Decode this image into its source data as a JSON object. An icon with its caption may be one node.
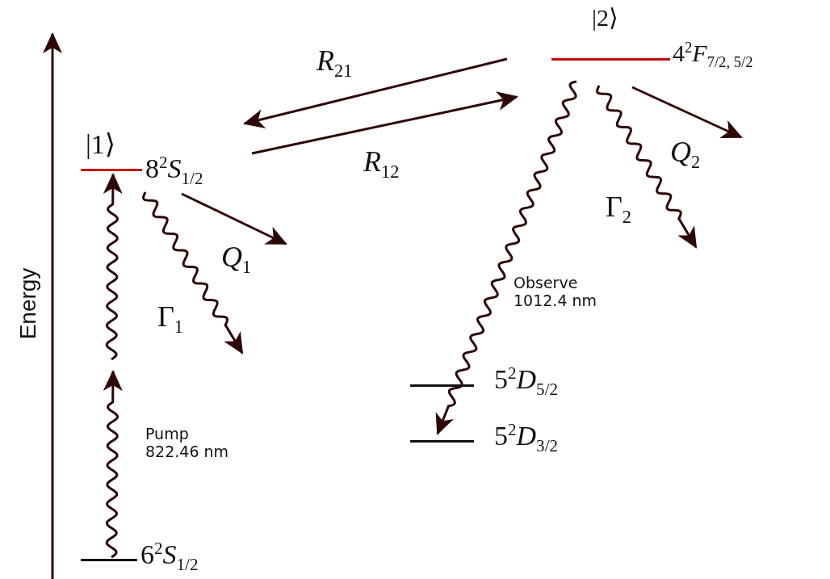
{
  "diagram": {
    "nodes": [
      {
        "text": [
          "|1⟩",
          "8$^{2}$*S*$_{1/2}$"
        ]
      },
      {
        "text": [
          "|2⟩",
          "4$^{2}$*F*$_{7/2, 5/2}$"
        ]
      },
      {
        "text": [
          "6$^{2}$*S*$_{1/2}$"
        ]
      },
      {
        "text": [
          "5$^{2}$*D*$_{5/2}$"
        ]
      },
      {
        "text": [
          "5$^{2}$*D*$_{3/2}$"
        ]
      }
    ],
    "edges": [
      {
        "from": 1,
        "to": 0,
        "arrow": "to",
        "label": "*R*$_{21}$"
      },
      {
        "from": 0,
        "to": 1,
        "arrow": "to",
        "label": "*R*$_{12}$"
      },
      {
        "from": 2,
        "to": null,
        "arrow": "to",
        "label": "Pump 822.46 nm"
      },
      {
        "from": null,
        "to": 0,
        "arrow": "to"
      },
      {
        "from": 0,
        "to": null,
        "arrow": "to",
        "label": "*Q*$_{1}$"
      },
      {
        "from": 0,
        "to": null,
        "arrow": "to",
        "label": "Γ$_{1}$"
      },
      {
        "from": 1,
        "to": null,
        "arrow": "to",
        "label": "*Q*$_{2}$"
      },
      {
        "from": 1,
        "to": null,
        "arrow": "to",
        "label": "Γ$_{2}$"
      },
      {
        "from": 1,
        "to": 4,
        "arrow": "to",
        "label": "Observe 1012.4 nm"
      }
    ],
    "labels": [
      "Energy"
    ]
  }
}
